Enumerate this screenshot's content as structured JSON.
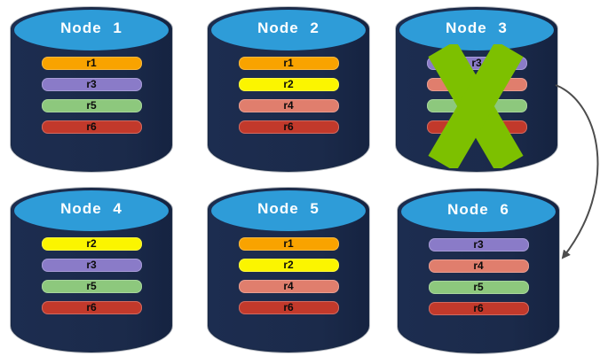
{
  "diagram": {
    "background": "#ffffff",
    "cylinder_body_color": "#1B2A4A",
    "cylinder_cap_color": "#2E9CD8",
    "title_text_color": "#ffffff",
    "bar_text_color": "#0b0b0b"
  },
  "nodes": [
    {
      "label": "Node 1",
      "failed": false,
      "bars": [
        {
          "label": "r1",
          "color": "#F9A300"
        },
        {
          "label": "r3",
          "color": "#8A7BC8"
        },
        {
          "label": "r5",
          "color": "#8DC87D"
        },
        {
          "label": "r6",
          "color": "#C2392B"
        }
      ]
    },
    {
      "label": "Node 2",
      "failed": false,
      "bars": [
        {
          "label": "r1",
          "color": "#F9A300"
        },
        {
          "label": "r2",
          "color": "#FBF500"
        },
        {
          "label": "r4",
          "color": "#E07E6D"
        },
        {
          "label": "r6",
          "color": "#C2392B"
        }
      ]
    },
    {
      "label": "Node 3",
      "failed": true,
      "bars": [
        {
          "label": "r3",
          "color": "#8A7BC8"
        },
        {
          "label": "",
          "color": "#E07E6D"
        },
        {
          "label": "",
          "color": "#8DC87D"
        },
        {
          "label": "",
          "color": "#C2392B"
        }
      ]
    },
    {
      "label": "Node 4",
      "failed": false,
      "bars": [
        {
          "label": "r2",
          "color": "#FBF500"
        },
        {
          "label": "r3",
          "color": "#8A7BC8"
        },
        {
          "label": "r5",
          "color": "#8DC87D"
        },
        {
          "label": "r6",
          "color": "#C2392B"
        }
      ]
    },
    {
      "label": "Node 5",
      "failed": false,
      "bars": [
        {
          "label": "r1",
          "color": "#F9A300"
        },
        {
          "label": "r2",
          "color": "#FBF500"
        },
        {
          "label": "r4",
          "color": "#E07E6D"
        },
        {
          "label": "r6",
          "color": "#C2392B"
        }
      ]
    },
    {
      "label": "Node 6",
      "failed": false,
      "bars": [
        {
          "label": "r3",
          "color": "#8A7BC8"
        },
        {
          "label": "r4",
          "color": "#E07E6D"
        },
        {
          "label": "r5",
          "color": "#8DC87D"
        },
        {
          "label": "r6",
          "color": "#C2392B"
        }
      ]
    }
  ],
  "failure_mark": {
    "color": "#7DC000"
  },
  "arrow": {
    "color": "#4D4D4D"
  }
}
